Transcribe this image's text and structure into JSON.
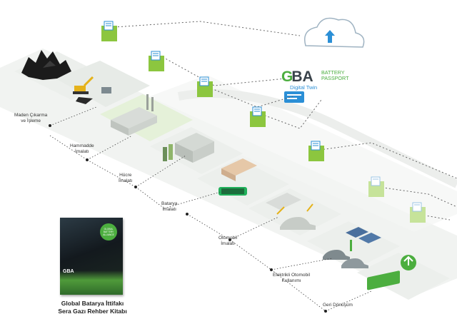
{
  "brand": {
    "logo_mark": "G",
    "logo_letters": "BA",
    "logo_tagline_line1": "BATTERY",
    "logo_tagline_line2": "PASSPORT",
    "digital_twin": "Digital Twin",
    "green": "#4cae3f",
    "blue": "#2b8fd6"
  },
  "stages": [
    {
      "line1": "Maden Çıkarma",
      "line2": "ve İşleme"
    },
    {
      "line1": "Hammadde",
      "line2": "İmalatı"
    },
    {
      "line1": "Hücre",
      "line2": "İmalatı"
    },
    {
      "line1": "Batarya",
      "line2": "İmalatı"
    },
    {
      "line1": "Otomobil",
      "line2": "İmalatı"
    },
    {
      "line1": "Elektrikli Otomobil",
      "line2": "Kullanımı"
    },
    {
      "line1": "Geri Dönüşüm",
      "line2": ""
    }
  ],
  "book": {
    "title_line1": "Global Batarya İttifakı",
    "title_line2": "Sera Gazı Rehber Kitabı",
    "cover_logo": "GBA",
    "cover_badge_line1": "GLOBAL",
    "cover_badge_line2": "BATTERY",
    "cover_badge_line3": "ALLIANCE"
  },
  "icons": [
    "cloud-upload-icon",
    "document-folder-icon",
    "battery-passport-card-icon",
    "recycle-icon",
    "battery-icon"
  ]
}
